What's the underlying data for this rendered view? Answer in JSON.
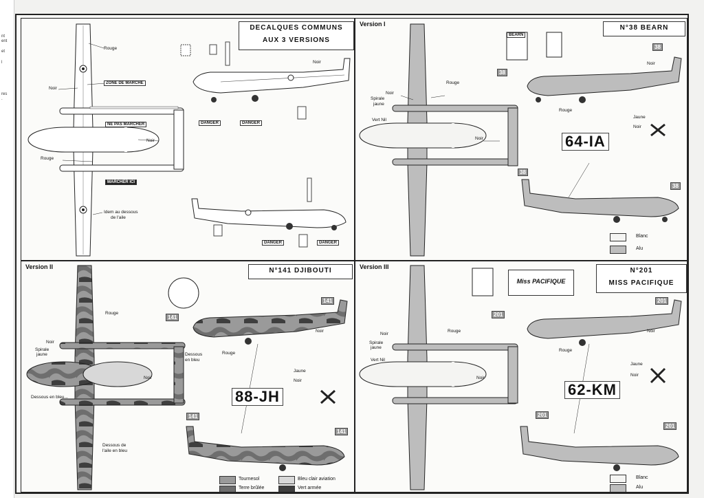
{
  "margin_notes": [
    "nt",
    "ent",
    "et",
    "l",
    "res",
    "."
  ],
  "common": {
    "title_line1": "DECALQUES COMMUNS",
    "title_line2": "AUX 3 VERSIONS",
    "labels": {
      "rouge": "Rouge",
      "noir_top": "Noir",
      "zone_de_marche": "ZONE DE MARCHE",
      "ne_pas_marcher": "NE PAS MARCHER",
      "noir_mid": "Noir",
      "rouge_low": "Rouge",
      "marcher_ici": "MARCHER ICI",
      "idem_1": "Idem au dessous",
      "idem_2": "de l'aile",
      "noir_side": "Noir",
      "danger": "DANGER",
      "danger_cn": "DANGER"
    }
  },
  "version1": {
    "version": "Version I",
    "title": "N°38 BEARN",
    "registration": "64-IA",
    "number": "38",
    "crest_label": "BEARN",
    "labels": {
      "noir": "Noir",
      "spirale": "Spirale",
      "jaune": "jaune",
      "rouge": "Rouge",
      "vert_nil": "Vert Nil",
      "noir_mid": "Noir",
      "noir_side": "Noir",
      "rouge_side": "Rouge",
      "jaune_prop": "Jaune",
      "noir_prop": "Noir"
    },
    "legend": [
      {
        "label": "Blanc",
        "color": "#f4f4f2"
      },
      {
        "label": "Alu",
        "color": "#bdbdbd"
      }
    ]
  },
  "version2": {
    "version": "Version II",
    "title": "N°141 DJIBOUTI",
    "registration": "88-JH",
    "number": "141",
    "labels": {
      "rouge": "Rouge",
      "noir": "Noir",
      "spirale": "Spirale",
      "jaune": "jaune",
      "noir_mid": "Noir",
      "dessous_1": "Dessous",
      "dessous_2": "en bleu",
      "dessous_en_bleu": "Dessous en bleu...",
      "dessous_aile_1": "Dessous de",
      "dessous_aile_2": "l'aile en bleu",
      "rouge_side": "Rouge",
      "noir_side": "Noir",
      "jaune_prop": "Jaune",
      "noir_prop": "Noir"
    },
    "legend": [
      {
        "label": "Tournesol",
        "color": "#9a9a9a"
      },
      {
        "label": "Bleu clair aviation",
        "color": "#d8d8d8"
      },
      {
        "label": "Terre brûlée",
        "color": "#6e6e6e"
      },
      {
        "label": "Vert armée",
        "color": "#3e3e3e"
      }
    ]
  },
  "version3": {
    "version": "Version III",
    "title_line1": "N°201",
    "title_line2": "MISS PACIFIQUE",
    "registration": "62-KM",
    "number": "201",
    "nose_art": "Miss PACIFIQUE",
    "labels": {
      "noir": "Noir",
      "spirale": "Spirale",
      "jaune": "jaune",
      "rouge": "Rouge",
      "vert_nil": "Vert Nil",
      "noir_mid": "Noir",
      "noir_side": "Noir",
      "rouge_side": "Rouge",
      "jaune_prop": "Jaune",
      "noir_prop": "Noir"
    },
    "legend": [
      {
        "label": "Blanc",
        "color": "#f4f4f2"
      },
      {
        "label": "Alu",
        "color": "#bdbdbd"
      }
    ]
  }
}
